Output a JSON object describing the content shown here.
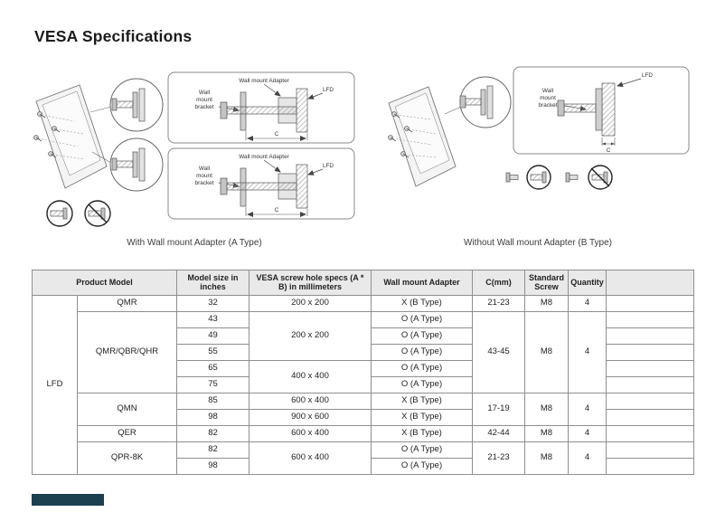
{
  "page": {
    "title": "VESA Specifications"
  },
  "diagrams": {
    "left": {
      "caption": "With Wall mount Adapter (A Type)",
      "adapter_label": "Wall mount Adapter",
      "bracket_lines": [
        "Wall",
        "mount",
        "bracket"
      ],
      "lfd_label": "LFD",
      "c_label": "C"
    },
    "right": {
      "caption": "Without Wall mount Adapter (B Type)",
      "bracket_lines": [
        "Wall",
        "mount",
        "bracket"
      ],
      "lfd_label": "LFD",
      "c_label": "C"
    }
  },
  "table": {
    "headers": {
      "product_model": "Product Model",
      "model_size": "Model size in inches",
      "vesa_specs": "VESA screw hole specs (A * B) in millimeters",
      "adapter": "Wall mount Adapter",
      "c_mm": "C(mm)",
      "screw": "Standard Screw",
      "quantity": "Quantity"
    },
    "group": "LFD",
    "rows": [
      {
        "model": "QMR",
        "size": "32",
        "vesa": "200 x 200",
        "adapter": "X (B Type)",
        "c": "21-23",
        "screw": "M8",
        "qty": "4"
      },
      {
        "model": "QMR/QBR/QHR",
        "size": "43",
        "vesa": "200 x 200",
        "adapter": "O (A Type)",
        "c": "43-45",
        "screw": "M8",
        "qty": "4"
      },
      {
        "size": "49",
        "adapter": "O (A Type)"
      },
      {
        "size": "55",
        "adapter": "O (A Type)"
      },
      {
        "size": "65",
        "vesa": "400 x 400",
        "adapter": "O (A Type)"
      },
      {
        "size": "75",
        "adapter": "O (A Type)"
      },
      {
        "model": "QMN",
        "size": "85",
        "vesa": "600 x 400",
        "adapter": "X (B Type)",
        "c": "17-19",
        "screw": "M8",
        "qty": "4"
      },
      {
        "size": "98",
        "vesa": "900 x 600",
        "adapter": "X (B Type)"
      },
      {
        "model": "QER",
        "size": "82",
        "vesa": "600 x 400",
        "adapter": "X (B Type)",
        "c": "42-44",
        "screw": "M8",
        "qty": "4"
      },
      {
        "model": "QPR-8K",
        "size": "82",
        "vesa": "600 x 400",
        "adapter": "O (A Type)",
        "c": "21-23",
        "screw": "M8",
        "qty": "4"
      },
      {
        "size": "98",
        "adapter": "O (A Type)"
      }
    ]
  },
  "colors": {
    "footer_bar": "#1d4050",
    "header_bg": "#e9e9e9",
    "border": "#8f8f8f"
  }
}
